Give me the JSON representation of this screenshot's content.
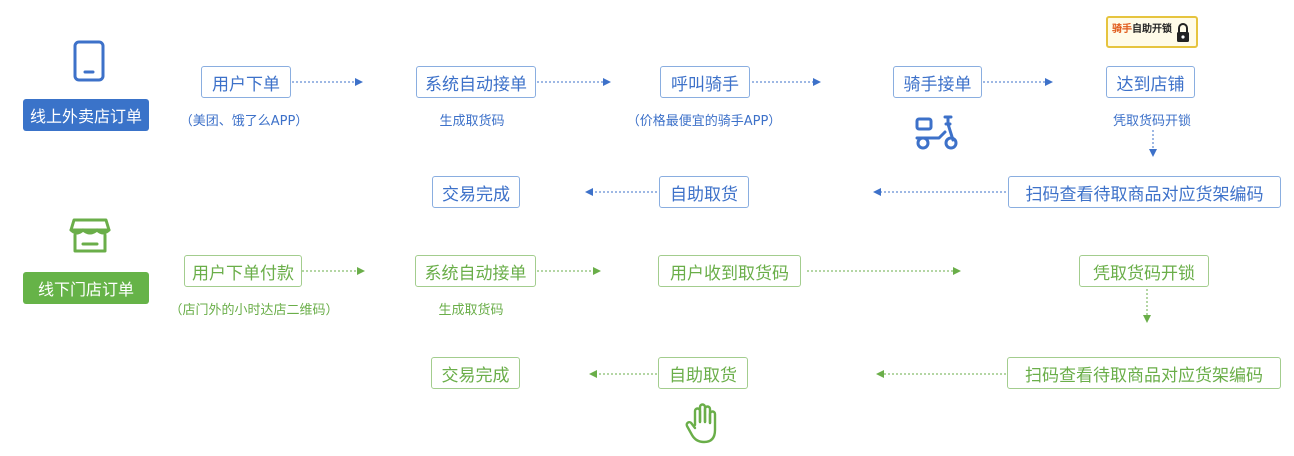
{
  "online": {
    "badge": "线上外卖店订单",
    "row1": [
      "用户下单",
      "系统自动接单",
      "呼叫骑手",
      "骑手接单",
      "达到店铺"
    ],
    "notes1": [
      "（美团、饿了么APP）",
      "生成取货码",
      "（价格最便宜的骑手APP）",
      "凭取货码开锁"
    ],
    "row2": [
      "交易完成",
      "自助取货",
      "扫码查看待取商品对应货架编码"
    ],
    "lock_label": {
      "title_a": "骑手",
      "title_b": "自助开锁"
    },
    "colors": {
      "accent": "#3d71c9",
      "border": "#8aaee0",
      "badge": "#3a73c9"
    },
    "icons": [
      "phone-icon",
      "scooter-icon",
      "lock-icon"
    ]
  },
  "offline": {
    "badge": "线下门店订单",
    "row1": [
      "用户下单付款",
      "系统自动接单",
      "用户收到取货码",
      "凭取货码开锁"
    ],
    "notes1": [
      "（店门外的小时达店二维码）",
      "生成取货码"
    ],
    "row2": [
      "交易完成",
      "自助取货",
      "扫码查看待取商品对应货架编码"
    ],
    "colors": {
      "accent": "#6aae49",
      "border": "#a3cd8e",
      "badge": "#66b348"
    },
    "icons": [
      "store-icon",
      "hand-icon"
    ]
  }
}
